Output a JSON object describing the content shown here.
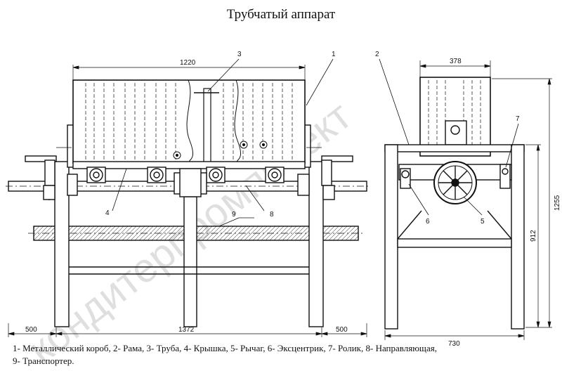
{
  "title": "Трубчатый аппарат",
  "dimensions": {
    "d1220": "1220",
    "d378": "378",
    "d500_left": "500",
    "d1372": "1372",
    "d500_right": "500",
    "d730": "730",
    "d1255": "1255",
    "d912": "912"
  },
  "callouts": {
    "c1": "1",
    "c2": "2",
    "c3": "3",
    "c4": "4",
    "c5": "5",
    "c6": "6",
    "c7": "7",
    "c8": "8",
    "c9": "9"
  },
  "legend": {
    "line1": "1- Металлический короб, 2- Рама, 3- Труба, 4- Крышка, 5- Рычаг, 6- Эксцентрик, 7- Ролик, 8- Направляющая,",
    "line2": "9- Транспортер."
  },
  "watermark": "кондитерпромпроект"
}
